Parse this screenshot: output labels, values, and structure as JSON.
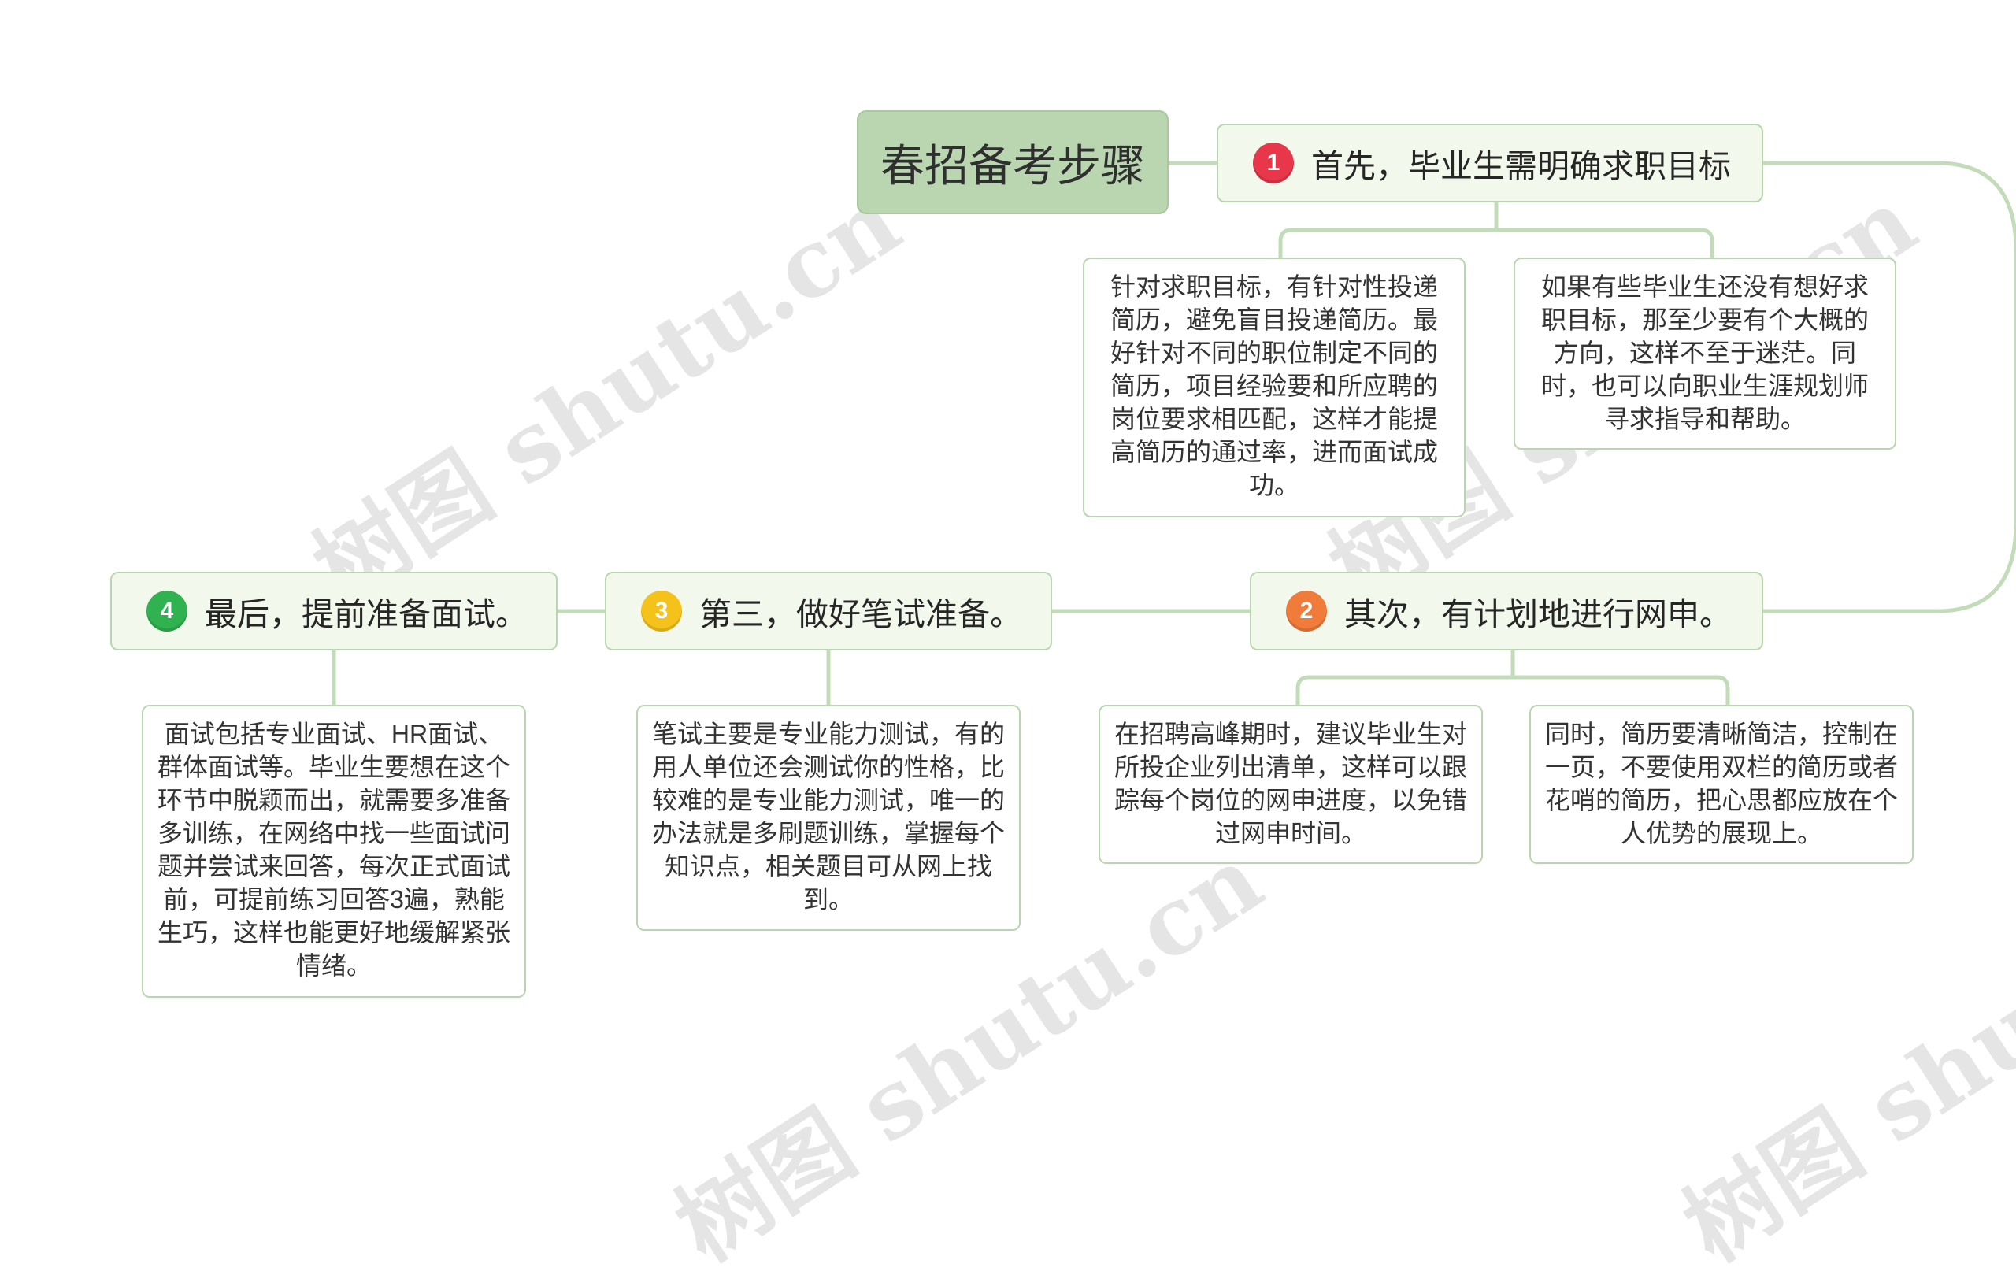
{
  "colors": {
    "root_fill": "#b9d6b0",
    "topic_fill": "#f2f8ec",
    "line": "#c2dcb9",
    "badge_1": "#e8374a",
    "badge_2": "#f07b3a",
    "badge_3": "#f5c21b",
    "badge_4": "#2fb24f"
  },
  "watermark": "树图 shutu.cn",
  "root": {
    "title": "春招备考步骤"
  },
  "topics": [
    {
      "badge": "1",
      "label": "首先，毕业生需明确求职目标",
      "notes": [
        "针对求职目标，有针对性投递简历，避免盲目投递简历。最好针对不同的职位制定不同的简历，项目经验要和所应聘的岗位要求相匹配，这样才能提高简历的通过率，进而面试成功。",
        "如果有些毕业生还没有想好求职目标，那至少要有个大概的方向，这样不至于迷茫。同时，也可以向职业生涯规划师寻求指导和帮助。"
      ]
    },
    {
      "badge": "2",
      "label": "其次，有计划地进行网申。",
      "notes": [
        "在招聘高峰期时，建议毕业生对所投企业列出清单，这样可以跟踪每个岗位的网申进度，以免错过网申时间。",
        "同时，简历要清晰简洁，控制在一页，不要使用双栏的简历或者花哨的简历，把心思都应放在个人优势的展现上。"
      ]
    },
    {
      "badge": "3",
      "label": "第三，做好笔试准备。",
      "notes": [
        "笔试主要是专业能力测试，有的用人单位还会测试你的性格，比较难的是专业能力测试，唯一的办法就是多刷题训练，掌握每个知识点，相关题目可从网上找到。"
      ]
    },
    {
      "badge": "4",
      "label": "最后，提前准备面试。",
      "notes": [
        "面试包括专业面试、HR面试、群体面试等。毕业生要想在这个环节中脱颖而出，就需要多准备多训练，在网络中找一些面试问题并尝试来回答，每次正式面试前，可提前练习回答3遍，熟能生巧，这样也能更好地缓解紧张情绪。"
      ]
    }
  ]
}
